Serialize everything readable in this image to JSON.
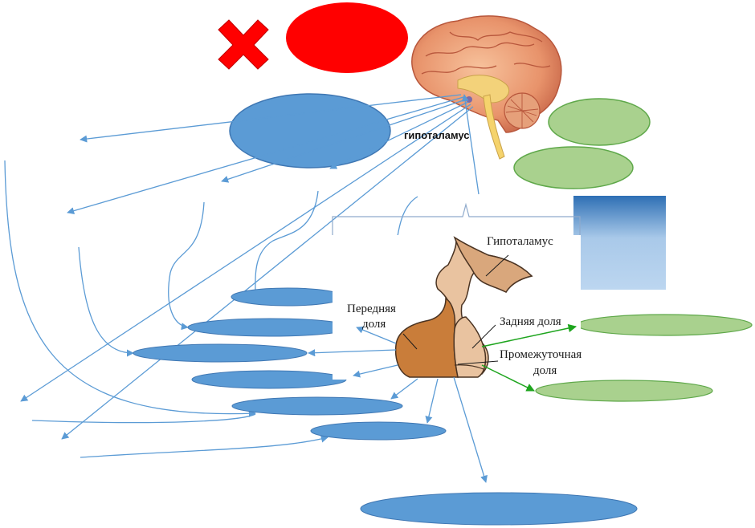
{
  "labels": {
    "hypothalamus_bold": "гипоталамус",
    "hypothalamus": "Гипоталамус",
    "anterior_lobe_line1": "Передняя",
    "anterior_lobe_line2": "доля",
    "posterior_lobe": "Задняя доля",
    "intermediate_lobe_line1": "Промежуточная",
    "intermediate_lobe_line2": "доля"
  },
  "icons": {
    "cross": "red-x-mark-icon",
    "brain": "brain-icon",
    "pituitary": "pituitary-gland-icon"
  },
  "colors": {
    "blue_node": "#5b9bd5",
    "blue_edge": "#3f77b3",
    "green_node": "#a9d18e",
    "green_edge": "#5fa84a",
    "red": "#ff0000",
    "arrow_blue": "#5b9bd5",
    "arrow_green": "#1ea51e",
    "anterior_lobe": "#c97d3a",
    "posterior_lobe": "#e9c3a0",
    "hypothalamus_fill": "#d9a77c"
  }
}
